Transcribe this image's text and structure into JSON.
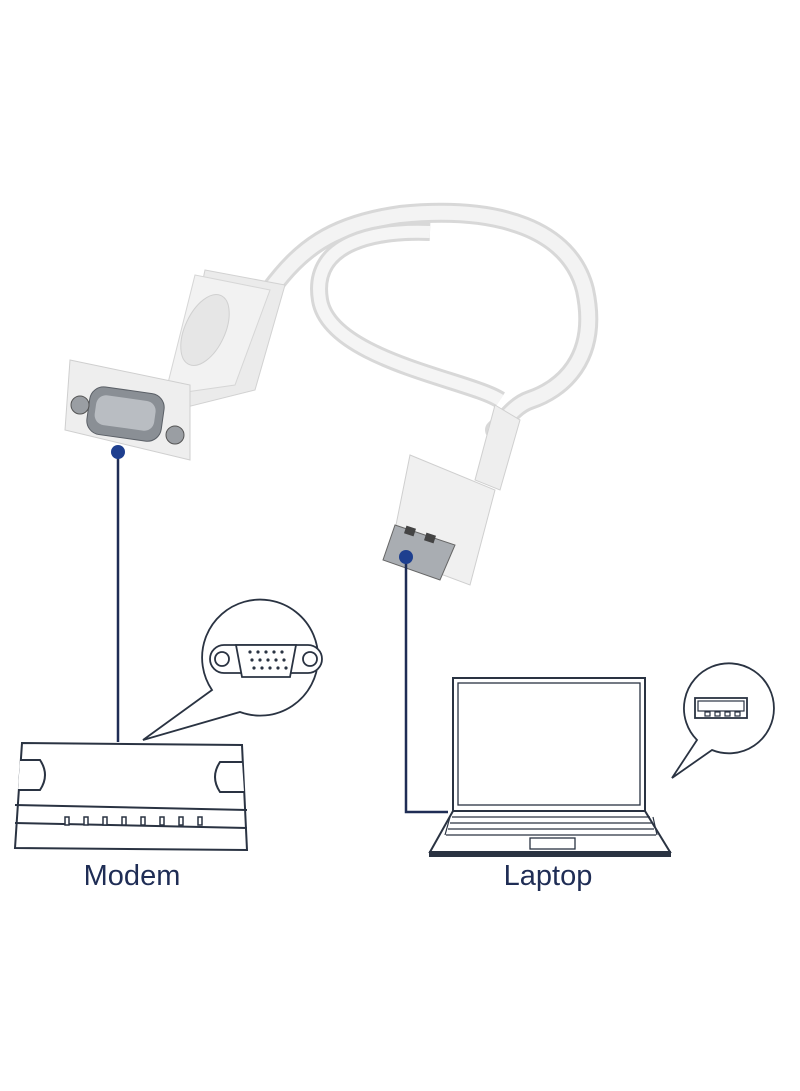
{
  "labels": {
    "modem": "Modem",
    "laptop": "Laptop"
  },
  "colors": {
    "line": "#1f2d55",
    "dot": "#1e3f8f",
    "device_stroke": "#2a3342",
    "cable": "#ececec"
  },
  "icons": [
    "db9-serial-connector",
    "usb-a-plug",
    "vga-port-callout",
    "usb-port-callout",
    "modem-icon",
    "laptop-icon"
  ]
}
